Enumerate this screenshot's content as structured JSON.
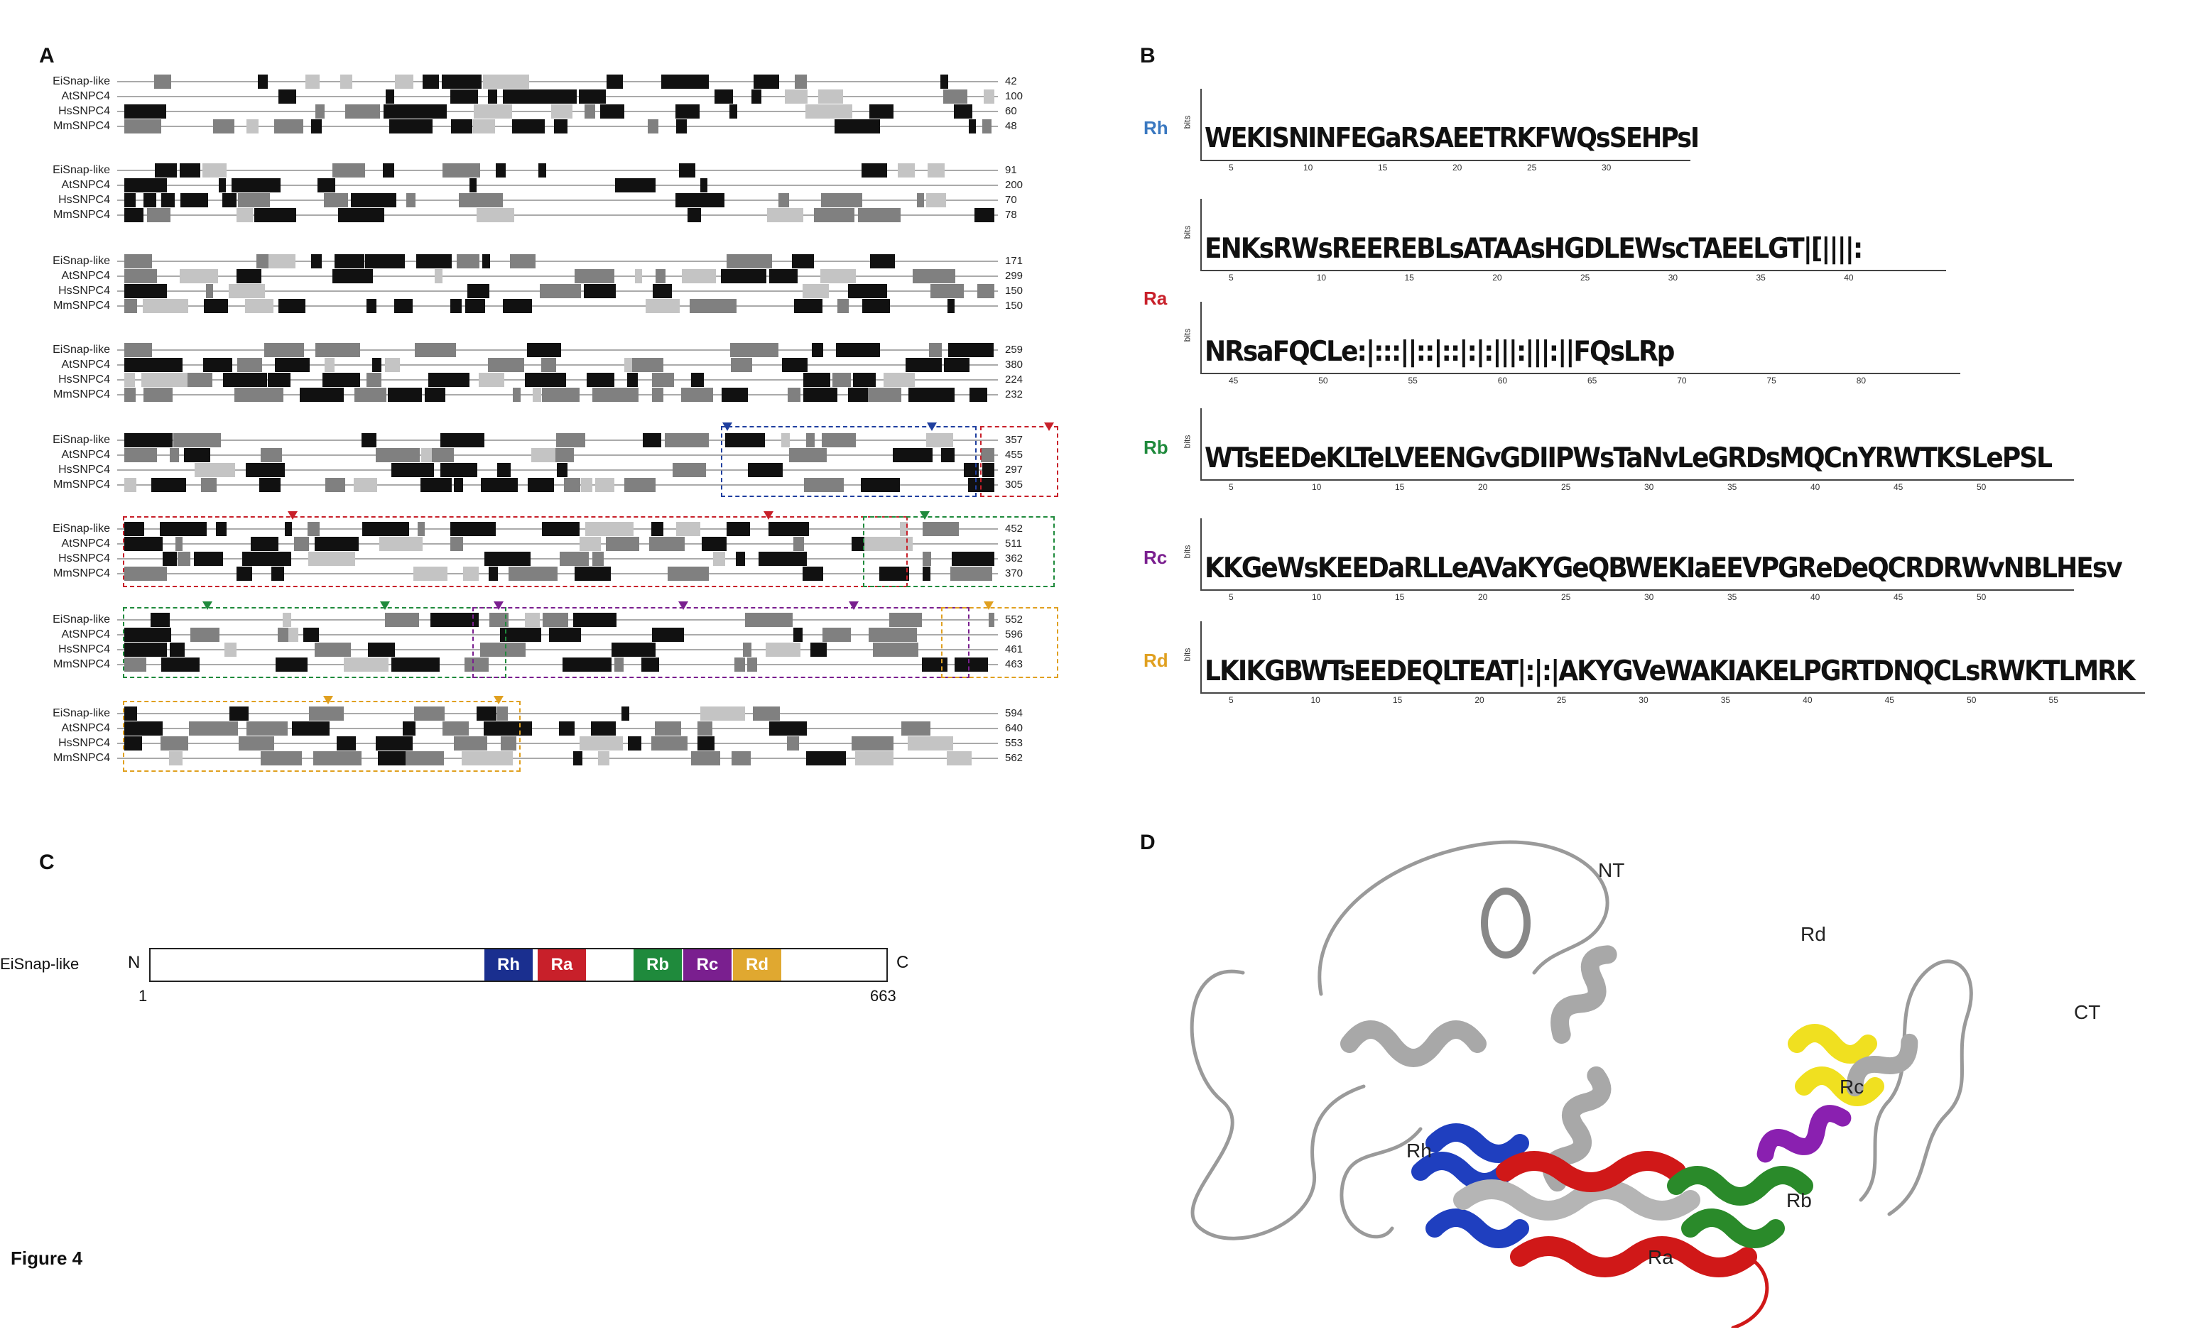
{
  "panels": {
    "a": "A",
    "b": "B",
    "c": "C",
    "d": "D"
  },
  "figure_label": "Figure 4",
  "alignment": {
    "blocks": [
      {
        "species": [
          "EiSnap-like",
          "AtSNPC4",
          "HsSNPC4",
          "MmSNPC4"
        ],
        "ends": [
          "42",
          "100",
          "60",
          "48"
        ]
      },
      {
        "species": [
          "EiSnap-like",
          "AtSNPC4",
          "HsSNPC4",
          "MmSNPC4"
        ],
        "ends": [
          "91",
          "200",
          "70",
          "78"
        ]
      },
      {
        "species": [
          "EiSnap-like",
          "AtSNPC4",
          "HsSNPC4",
          "MmSNPC4"
        ],
        "ends": [
          "171",
          "299",
          "150",
          "150"
        ]
      },
      {
        "species": [
          "EiSnap-like",
          "AtSNPC4",
          "HsSNPC4",
          "MmSNPC4"
        ],
        "ends": [
          "259",
          "380",
          "224",
          "232"
        ]
      },
      {
        "species": [
          "EiSnap-like",
          "AtSNPC4",
          "HsSNPC4",
          "MmSNPC4"
        ],
        "ends": [
          "357",
          "455",
          "297",
          "305"
        ]
      },
      {
        "species": [
          "EiSnap-like",
          "AtSNPC4",
          "HsSNPC4",
          "MmSNPC4"
        ],
        "ends": [
          "452",
          "511",
          "362",
          "370"
        ]
      },
      {
        "species": [
          "EiSnap-like",
          "AtSNPC4",
          "HsSNPC4",
          "MmSNPC4"
        ],
        "ends": [
          "552",
          "596",
          "461",
          "463"
        ]
      },
      {
        "species": [
          "EiSnap-like",
          "AtSNPC4",
          "HsSNPC4",
          "MmSNPC4"
        ],
        "ends": [
          "594",
          "640",
          "553",
          "562"
        ]
      }
    ],
    "box_colors": {
      "Rh": "#1f3f9f",
      "Ra": "#c8202a",
      "Rb": "#1f8a3c",
      "Rc": "#7a1f8f",
      "Rd": "#e0a020"
    }
  },
  "logos": [
    {
      "label": "Rh",
      "color": "#3a78c0",
      "seq": "WEKISNINFEGaRSAEETRKFWQsSEHPsI",
      "ticks": [
        "5",
        "10",
        "15",
        "20",
        "25",
        "30"
      ]
    },
    {
      "label": "",
      "color": "#111111",
      "seq": "ENKsRWsREEREBLsATAAsHGDLEWscTAEELGT|[||||:",
      "ticks": [
        "5",
        "10",
        "15",
        "20",
        "25",
        "30",
        "35",
        "40"
      ]
    },
    {
      "label": "Ra",
      "color": "#c8202a",
      "seq": "NRsaFQCLe:|:::||::|::|:|:|||:|||:||FQsLRp",
      "ticks": [
        "45",
        "50",
        "55",
        "60",
        "65",
        "70",
        "75",
        "80"
      ]
    },
    {
      "label": "Rb",
      "color": "#1f8a3c",
      "seq": "WTsEEDeKLTeLVEENGvGDIIPWsTaNvLeGRDsMQCnYRWTKSLePSL",
      "ticks": [
        "5",
        "10",
        "15",
        "20",
        "25",
        "30",
        "35",
        "40",
        "45",
        "50"
      ]
    },
    {
      "label": "Rc",
      "color": "#7a1f8f",
      "seq": "KKGeWsKEEDaRLLeAVaKYGeQBWEKIaEEVPGReDeQCRDRWvNBLHEsv",
      "ticks": [
        "5",
        "10",
        "15",
        "20",
        "25",
        "30",
        "35",
        "40",
        "45",
        "50"
      ]
    },
    {
      "label": "Rd",
      "color": "#e0a020",
      "seq": "LKIKGBWTsEEDEQLTEAT|:|:|AKYGVeWAKIAKELPGRTDNQCLsRWKTLMRK",
      "ticks": [
        "5",
        "10",
        "15",
        "20",
        "25",
        "30",
        "35",
        "40",
        "45",
        "50",
        "55"
      ]
    }
  ],
  "logo_axis_label": "bits",
  "domain_map": {
    "protein": "EiSnap-like",
    "n_term": "N",
    "c_term": "C",
    "start": "1",
    "end": "663",
    "domains": [
      {
        "name": "Rh",
        "color": "#1a2f8f"
      },
      {
        "name": "Ra",
        "color": "#c8202a"
      },
      {
        "name": "Rb",
        "color": "#1f8a3c"
      },
      {
        "name": "Rc",
        "color": "#7a1f8f"
      },
      {
        "name": "Rd",
        "color": "#e0a830"
      }
    ]
  },
  "structure": {
    "labels": {
      "nt": "NT",
      "ct": "CT",
      "rd": "Rd",
      "rc": "Rc",
      "rh": "Rh",
      "rb": "Rb",
      "ra": "Ra"
    },
    "colors": {
      "Rh": "#1f3fbf",
      "Ra": "#d01818",
      "Rb": "#2a8a2a",
      "Rc": "#8a20b0",
      "Rd": "#f0e020",
      "coil": "#b0b0b0"
    }
  }
}
